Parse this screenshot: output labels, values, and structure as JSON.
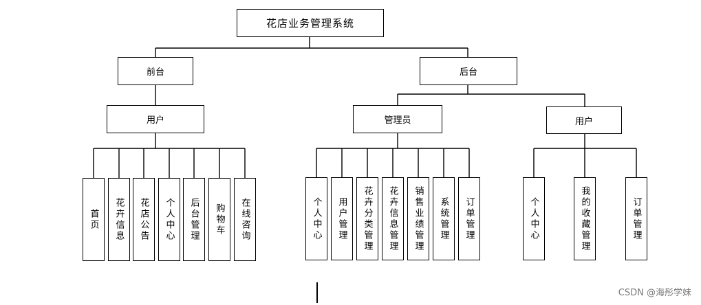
{
  "root": {
    "label": "花店业务管理系统"
  },
  "front": {
    "label": "前台",
    "user": {
      "label": "用户",
      "modules": [
        "首页",
        "花卉信息",
        "花店公告",
        "个人中心",
        "后台管理",
        "购物车",
        "在线咨询"
      ]
    }
  },
  "back": {
    "label": "后台",
    "admin": {
      "label": "管理员",
      "modules": [
        "个人中心",
        "用户管理",
        "花卉分类管理",
        "花卉信息管理",
        "销售业绩管理",
        "系统管理",
        "订单管理"
      ]
    },
    "user": {
      "label": "用户",
      "modules": [
        "个人中心",
        "我的收藏管理",
        "订单管理"
      ]
    }
  },
  "watermark": "CSDN @海彤学妹"
}
